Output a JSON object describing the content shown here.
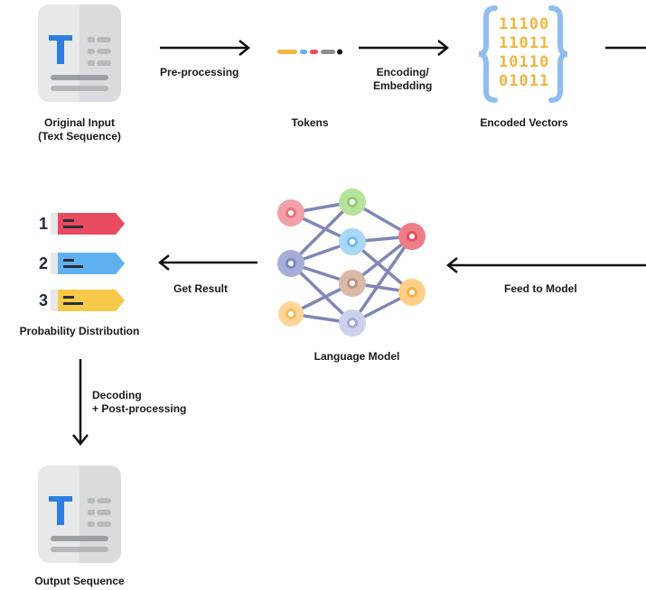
{
  "nodes": {
    "original_input": {
      "line1": "Original Input",
      "line2": "(Text Sequence)"
    },
    "tokens": {
      "label": "Tokens"
    },
    "encoded_vectors": {
      "label": "Encoded Vectors",
      "binary_rows": [
        "11100",
        "11011",
        "10110",
        "01011"
      ]
    },
    "language_model": {
      "label": "Language Model"
    },
    "probability_distribution": {
      "label": "Probability Distribution",
      "ranks": [
        "1",
        "2",
        "3"
      ]
    },
    "output_sequence": {
      "label": "Output Sequence"
    }
  },
  "arrows": {
    "preprocessing": "Pre-processing",
    "encoding_line1": "Encoding/",
    "encoding_line2": "Embedding",
    "feed": "Feed to Model",
    "get_result": "Get Result",
    "decoding_line1": "Decoding",
    "decoding_line2": "+ Post-processing"
  },
  "colors": {
    "doc_bg": "#e6e8ea",
    "doc_bg_dark": "#d6d9dc",
    "doc_T": "#2e7de0",
    "brace": "#8fbdf0",
    "binary": "#f0b63f",
    "bar_red": "#e84a5f",
    "bar_blue": "#5fb0ef",
    "bar_yellow": "#f7c948",
    "edge": "#6b72a8"
  }
}
